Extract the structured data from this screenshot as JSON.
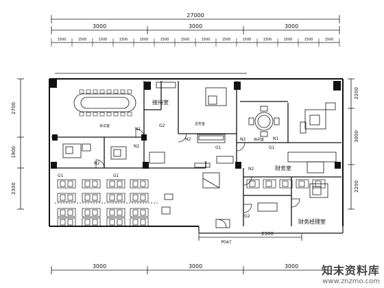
{
  "dimensions": {
    "total": "27000",
    "top_bays": [
      "3000",
      "3000",
      "3000"
    ],
    "bottom_bays": [
      "3000",
      "3000",
      "3000"
    ],
    "bottom_mid": "2300",
    "bottom_small": "P0A7",
    "sub_span": "1500",
    "right_side": [
      "2200",
      "3000",
      "2200"
    ],
    "left_side": [
      "2700",
      "1900",
      "2300"
    ]
  },
  "rooms": {
    "reception_room": "接待室",
    "finance_room": "财务室",
    "finance_manager_room": "财务经理室",
    "office": "总务室",
    "meeting_room": "会议室",
    "lounge": "休闲室"
  },
  "doors": [
    "N1",
    "N2",
    "N2",
    "N2",
    "N2",
    "N2",
    "N1",
    "G2",
    "G2",
    "G1",
    "G1",
    "G1",
    "G1"
  ],
  "watermark": {
    "name": "知末资料库",
    "url": "www.znzmo.com"
  }
}
